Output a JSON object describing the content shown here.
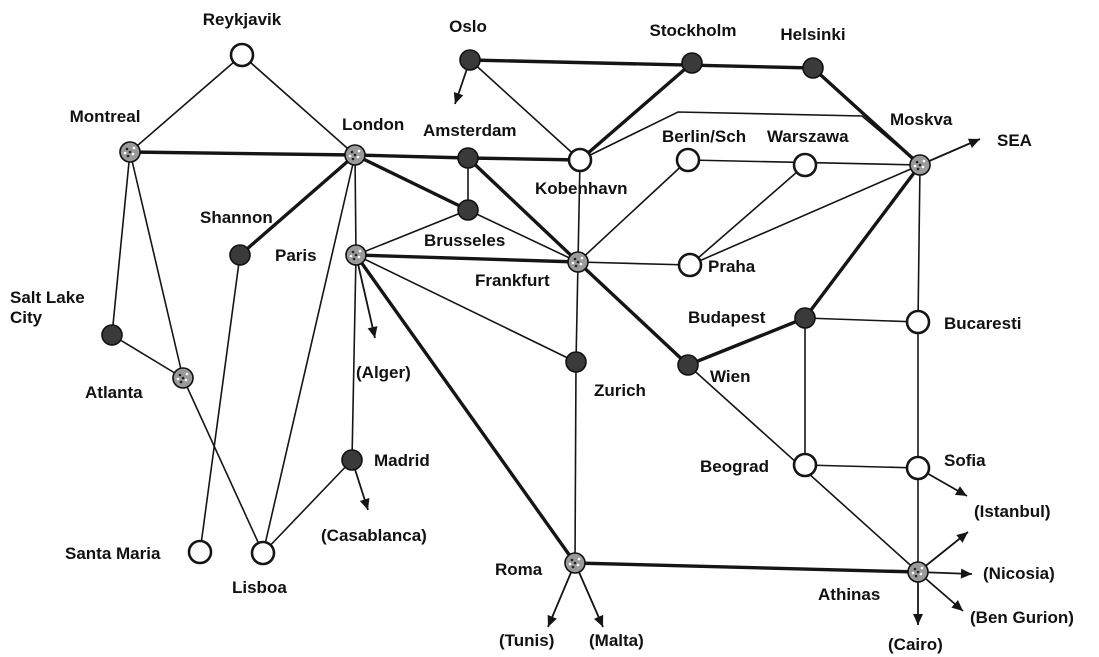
{
  "nodes": [
    {
      "id": "reykjavik",
      "label": "Reykjavik",
      "style": "open"
    },
    {
      "id": "oslo",
      "label": "Oslo",
      "style": "dark"
    },
    {
      "id": "stockholm",
      "label": "Stockholm",
      "style": "dark"
    },
    {
      "id": "helsinki",
      "label": "Helsinki",
      "style": "dark"
    },
    {
      "id": "montreal",
      "label": "Montreal",
      "style": "spot"
    },
    {
      "id": "london",
      "label": "London",
      "style": "spot"
    },
    {
      "id": "amsterdam",
      "label": "Amsterdam",
      "style": "dark"
    },
    {
      "id": "kobenhavn",
      "label": "Kobenhavn",
      "style": "open"
    },
    {
      "id": "berlin",
      "label": "Berlin/Sch",
      "style": "open"
    },
    {
      "id": "warszawa",
      "label": "Warszawa",
      "style": "open"
    },
    {
      "id": "moskva",
      "label": "Moskva",
      "style": "spot"
    },
    {
      "id": "brusseles",
      "label": "Brusseles",
      "style": "dark"
    },
    {
      "id": "shannon",
      "label": "Shannon",
      "style": "dark"
    },
    {
      "id": "paris",
      "label": "Paris",
      "style": "spot"
    },
    {
      "id": "frankfurt",
      "label": "Frankfurt",
      "style": "spot"
    },
    {
      "id": "praha",
      "label": "Praha",
      "style": "open"
    },
    {
      "id": "saltlake",
      "label": "Salt Lake\nCity",
      "style": "dark"
    },
    {
      "id": "budapest",
      "label": "Budapest",
      "style": "dark"
    },
    {
      "id": "bucaresti",
      "label": "Bucaresti",
      "style": "open"
    },
    {
      "id": "atlanta",
      "label": "Atlanta",
      "style": "spot"
    },
    {
      "id": "zurich",
      "label": "Zurich",
      "style": "dark"
    },
    {
      "id": "wien",
      "label": "Wien",
      "style": "dark"
    },
    {
      "id": "madrid",
      "label": "Madrid",
      "style": "dark"
    },
    {
      "id": "beograd",
      "label": "Beograd",
      "style": "open"
    },
    {
      "id": "sofia",
      "label": "Sofia",
      "style": "open"
    },
    {
      "id": "santamaria",
      "label": "Santa Maria",
      "style": "open"
    },
    {
      "id": "lisboa",
      "label": "Lisboa",
      "style": "open"
    },
    {
      "id": "roma",
      "label": "Roma",
      "style": "spot"
    },
    {
      "id": "athinas",
      "label": "Athinas",
      "style": "spot"
    }
  ],
  "edges": [
    {
      "from": "montreal",
      "to": "reykjavik",
      "weight": "thin"
    },
    {
      "from": "reykjavik",
      "to": "london",
      "weight": "thin"
    },
    {
      "from": "montreal",
      "to": "london",
      "weight": "thick"
    },
    {
      "from": "montreal",
      "to": "saltlake",
      "weight": "thin"
    },
    {
      "from": "montreal",
      "to": "atlanta",
      "weight": "thin"
    },
    {
      "from": "saltlake",
      "to": "atlanta",
      "weight": "thin"
    },
    {
      "from": "atlanta",
      "to": "lisboa",
      "weight": "thin"
    },
    {
      "from": "london",
      "to": "shannon",
      "weight": "thick"
    },
    {
      "from": "shannon",
      "to": "santamaria",
      "weight": "thin"
    },
    {
      "from": "london",
      "to": "lisboa",
      "weight": "thin"
    },
    {
      "from": "london",
      "to": "paris",
      "weight": "thin"
    },
    {
      "from": "london",
      "to": "amsterdam",
      "weight": "thick"
    },
    {
      "from": "london",
      "to": "brusseles",
      "weight": "thick"
    },
    {
      "from": "amsterdam",
      "to": "kobenhavn",
      "weight": "thick"
    },
    {
      "from": "amsterdam",
      "to": "brusseles",
      "weight": "thin"
    },
    {
      "from": "amsterdam",
      "to": "frankfurt",
      "weight": "thick"
    },
    {
      "from": "oslo",
      "to": "kobenhavn",
      "weight": "thin"
    },
    {
      "from": "oslo",
      "to": "helsinki",
      "weight": "thick"
    },
    {
      "from": "kobenhavn",
      "to": "stockholm",
      "weight": "thick"
    },
    {
      "from": "kobenhavn",
      "to": "moskva",
      "weight": "thin"
    },
    {
      "from": "kobenhavn",
      "to": "frankfurt",
      "weight": "thin"
    },
    {
      "from": "helsinki",
      "to": "moskva",
      "weight": "thick"
    },
    {
      "from": "berlin",
      "to": "moskva",
      "weight": "thin"
    },
    {
      "from": "berlin",
      "to": "frankfurt",
      "weight": "thin"
    },
    {
      "from": "warszawa",
      "to": "praha",
      "weight": "thin"
    },
    {
      "from": "praha",
      "to": "moskva",
      "weight": "thin"
    },
    {
      "from": "moskva",
      "to": "budapest",
      "weight": "thick"
    },
    {
      "from": "moskva",
      "to": "bucaresti",
      "weight": "thin"
    },
    {
      "from": "bucaresti",
      "to": "sofia",
      "weight": "thin"
    },
    {
      "from": "sofia",
      "to": "athinas",
      "weight": "thin"
    },
    {
      "from": "brusseles",
      "to": "paris",
      "weight": "thin"
    },
    {
      "from": "brusseles",
      "to": "frankfurt",
      "weight": "thin"
    },
    {
      "from": "paris",
      "to": "frankfurt",
      "weight": "thick"
    },
    {
      "from": "paris",
      "to": "zurich",
      "weight": "thin"
    },
    {
      "from": "paris",
      "to": "madrid",
      "weight": "thin"
    },
    {
      "from": "paris",
      "to": "roma",
      "weight": "thick"
    },
    {
      "from": "frankfurt",
      "to": "praha",
      "weight": "thin"
    },
    {
      "from": "frankfurt",
      "to": "zurich",
      "weight": "thin"
    },
    {
      "from": "frankfurt",
      "to": "wien",
      "weight": "thick"
    },
    {
      "from": "wien",
      "to": "budapest",
      "weight": "thick"
    },
    {
      "from": "wien",
      "to": "athinas",
      "weight": "thin"
    },
    {
      "from": "budapest",
      "to": "bucaresti",
      "weight": "thin"
    },
    {
      "from": "budapest",
      "to": "beograd",
      "weight": "thin"
    },
    {
      "from": "beograd",
      "to": "sofia",
      "weight": "thin"
    },
    {
      "from": "zurich",
      "to": "roma",
      "weight": "thin"
    },
    {
      "from": "roma",
      "to": "athinas",
      "weight": "thick"
    },
    {
      "from": "madrid",
      "to": "lisboa",
      "weight": "thin"
    }
  ],
  "external_routes": [
    {
      "from": "oslo",
      "label": ""
    },
    {
      "from": "moskva",
      "label": "SEA"
    },
    {
      "from": "paris",
      "label": "(Alger)"
    },
    {
      "from": "madrid",
      "label": "(Casablanca)"
    },
    {
      "from": "roma",
      "label": "(Tunis)"
    },
    {
      "from": "roma",
      "label": "(Malta)"
    },
    {
      "from": "sofia",
      "label": "(Istanbul)"
    },
    {
      "from": "athinas",
      "label": "(Istanbul)"
    },
    {
      "from": "athinas",
      "label": "(Nicosia)"
    },
    {
      "from": "athinas",
      "label": "(Ben Gurion)"
    },
    {
      "from": "athinas",
      "label": "(Cairo)"
    }
  ]
}
